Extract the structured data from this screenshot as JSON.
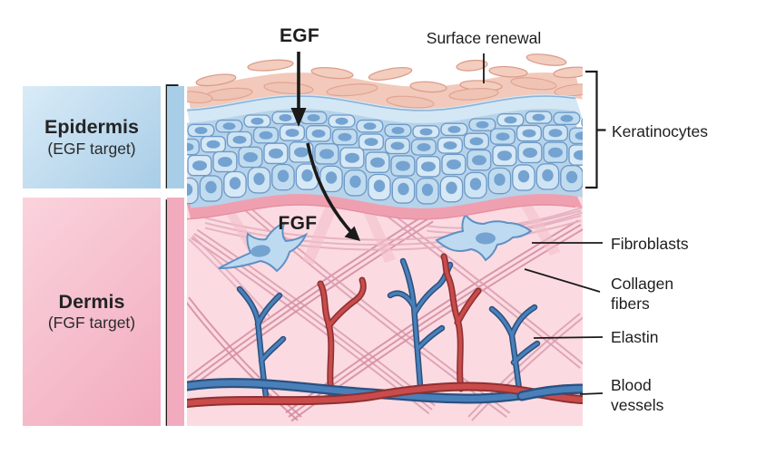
{
  "legend": {
    "epidermis": {
      "title": "Epidermis",
      "subtitle": "(EGF target)"
    },
    "dermis": {
      "title": "Dermis",
      "subtitle": "(FGF target)"
    }
  },
  "annotations": {
    "egf": "EGF",
    "fgf": "FGF",
    "surface_renewal": "Surface renewal",
    "keratinocytes": "Keratinocytes",
    "fibroblasts": "Fibroblasts",
    "collagen_fibers": "Collagen fibers",
    "elastin": "Elastin",
    "blood_vessels": "Blood vessels"
  },
  "colors": {
    "epidermis_box_start": "#d9ebf7",
    "epidermis_box_end": "#a8cde7",
    "dermis_box_start": "#fad3dd",
    "dermis_box_end": "#f2abbe",
    "corneum": "#f2c9bb",
    "light_band": "#d4e7f5",
    "cell_stroke": "#6d9ac8",
    "nucleus": "#74a3d1",
    "membrane": "#efa0b0",
    "dermis_bg": "#fbdbe1",
    "vessel_red": "#c94c4a",
    "vessel_blue": "#4a80ba",
    "outline_red": "#8e3034",
    "outline_blue": "#2b5180",
    "fibroblast_fill": "#bedaf0",
    "annotation": "#1a1a1a"
  }
}
